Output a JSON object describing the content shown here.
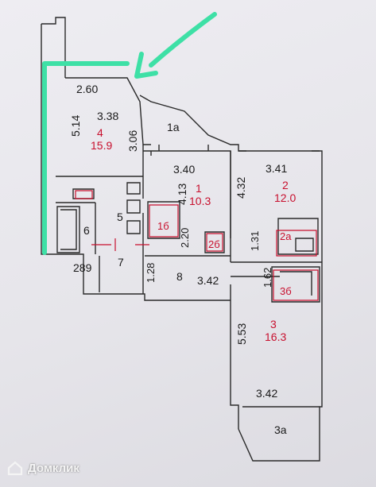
{
  "colors": {
    "wall": "#2a2a2a",
    "label": "#1a1a1a",
    "area": "#c8102e",
    "highlight": "#3ee0a6"
  },
  "plan": {
    "dimensions": [
      "2.60",
      "3.38",
      "5.14",
      "3.06",
      "3.40",
      "4.13",
      "4.32",
      "3.41",
      "2.20",
      "1.31",
      "1.62",
      "1.28",
      "3.42",
      "5.53",
      "3.42",
      "289"
    ],
    "rooms": [
      {
        "number": "4",
        "area": "15.9"
      },
      {
        "number": "1a"
      },
      {
        "number": "1",
        "area": "10.3"
      },
      {
        "number": "2",
        "area": "12.0"
      },
      {
        "number": "5"
      },
      {
        "number": "6"
      },
      {
        "number": "7"
      },
      {
        "number": "8"
      },
      {
        "number": "1б"
      },
      {
        "number": "2б"
      },
      {
        "number": "2а"
      },
      {
        "number": "3б"
      },
      {
        "number": "3",
        "area": "16.3"
      },
      {
        "number": "3а"
      }
    ]
  },
  "watermark": {
    "text": "Домклик"
  }
}
